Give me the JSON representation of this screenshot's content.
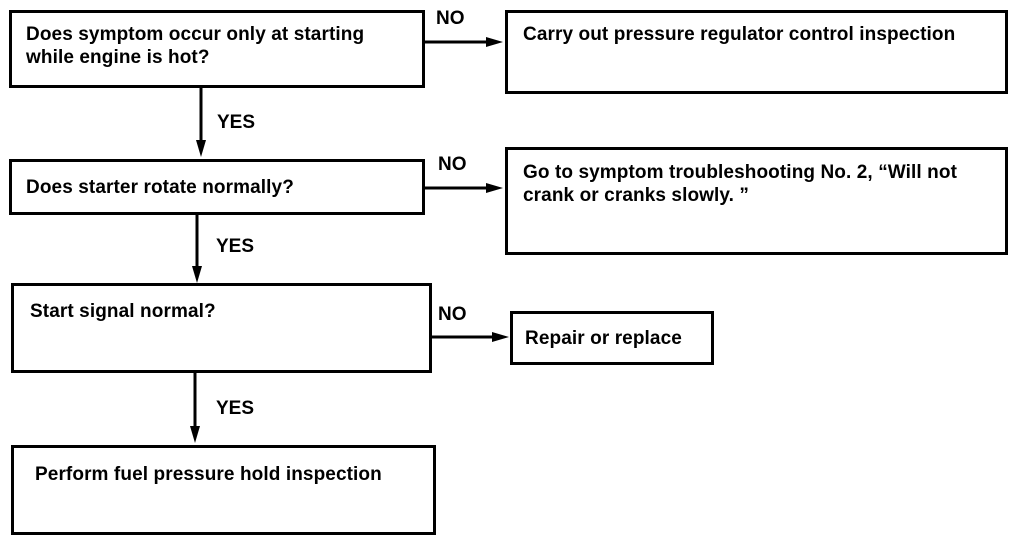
{
  "decisions": [
    {
      "text": "Does symptom occur only at starting while engine is hot?",
      "no_label": "NO",
      "yes_label": "YES"
    },
    {
      "text": "Does starter rotate normally?",
      "no_label": "NO",
      "yes_label": "YES"
    },
    {
      "text": "Start signal normal?",
      "no_label": "NO",
      "yes_label": "YES"
    }
  ],
  "actions": {
    "pressure_regulator": "Carry out pressure regulator control inspection",
    "troubleshooting": "Go to symptom troubleshooting No. 2, “Will not crank or cranks slowly. ”",
    "repair": "Repair or replace",
    "fuel_pressure": "Perform fuel pressure hold inspection"
  }
}
